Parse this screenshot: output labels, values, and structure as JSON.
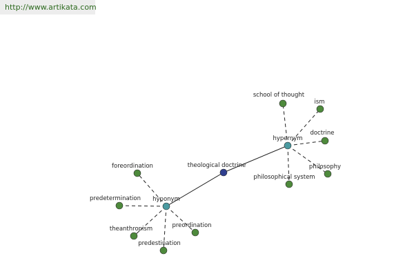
{
  "header": {
    "url": "http://www.artikata.com"
  },
  "colors": {
    "leaf": "#4e8a3c",
    "hub": "#4a9aa0",
    "center": "#2f3f8f"
  },
  "graph": {
    "center": {
      "id": "theological-doctrine",
      "label": "theological doctrine",
      "kind": "center"
    },
    "hubs": [
      {
        "id": "hypernym",
        "label": "hypernym",
        "kind": "hub"
      },
      {
        "id": "hyponym",
        "label": "hyponym",
        "kind": "hub"
      }
    ],
    "leaves": [
      {
        "id": "school-of-thought",
        "label": "school of thought",
        "hub": "hypernym"
      },
      {
        "id": "ism",
        "label": "ism",
        "hub": "hypernym"
      },
      {
        "id": "doctrine",
        "label": "doctrine",
        "hub": "hypernym"
      },
      {
        "id": "philosophy",
        "label": "philosophy",
        "hub": "hypernym"
      },
      {
        "id": "philosophical-system",
        "label": "philosophical system",
        "hub": "hypernym"
      },
      {
        "id": "foreordination",
        "label": "foreordination",
        "hub": "hyponym"
      },
      {
        "id": "predetermination",
        "label": "predetermination",
        "hub": "hyponym"
      },
      {
        "id": "theanthropism",
        "label": "theanthropism",
        "hub": "hyponym"
      },
      {
        "id": "predestination",
        "label": "predestination",
        "hub": "hyponym"
      },
      {
        "id": "preordination",
        "label": "preordination",
        "hub": "hyponym"
      }
    ]
  }
}
